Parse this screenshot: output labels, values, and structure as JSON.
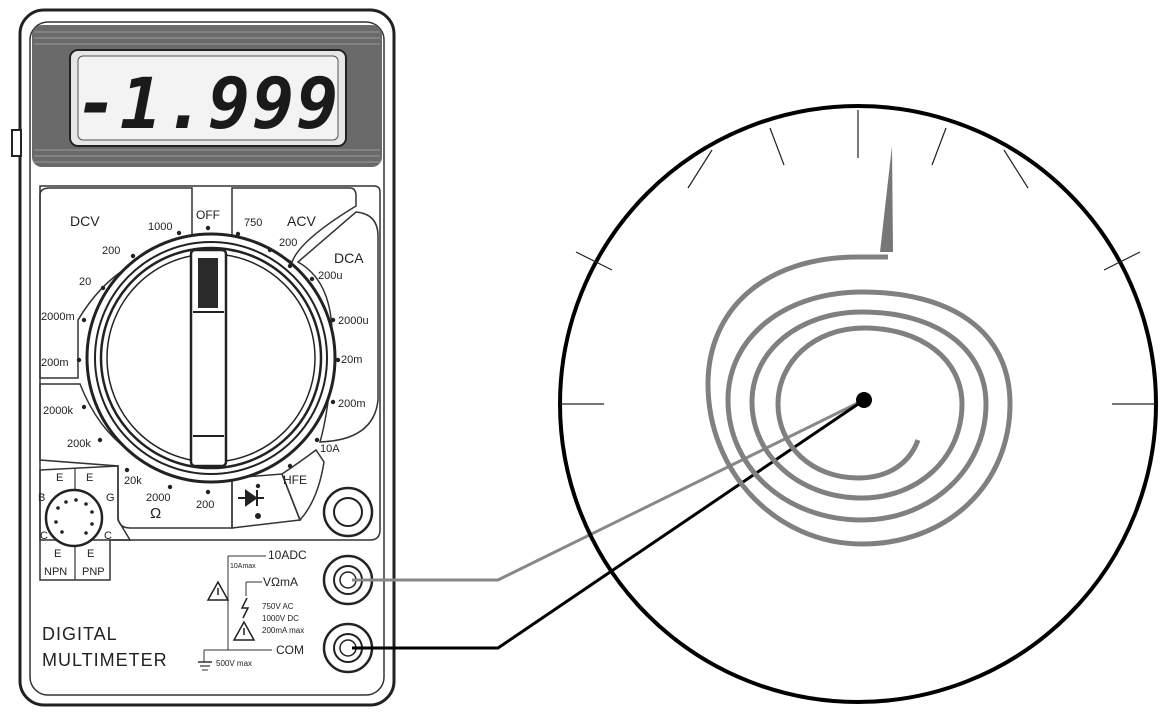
{
  "display": {
    "reading": "-1.999"
  },
  "dial": {
    "off": "OFF",
    "dcv": {
      "title": "DCV",
      "ranges": [
        "1000",
        "200",
        "20",
        "2000m",
        "200m"
      ]
    },
    "acv": {
      "title": "ACV",
      "ranges": [
        "750",
        "200"
      ]
    },
    "dca": {
      "title": "DCA",
      "ranges": [
        "200u",
        "2000u",
        "20m",
        "200m",
        "10A"
      ]
    },
    "ohm": {
      "symbol": "Ω",
      "ranges": [
        "2000k",
        "200k",
        "20k",
        "2000",
        "200"
      ]
    },
    "hfe": "HFE"
  },
  "transistor_socket": {
    "pins_npn": [
      "E",
      "B",
      "C",
      "E"
    ],
    "pins_pnp": [
      "E",
      "G",
      "C",
      "E"
    ],
    "npn": "NPN",
    "pnp": "PNP"
  },
  "jacks": {
    "a10": "10ADC",
    "a10_limit": "10Amax",
    "vohm": "VΩmA",
    "vohm_limits": [
      "750V AC",
      "1000V DC",
      "200mA max"
    ],
    "com": "COM",
    "com_limit": "500V max"
  },
  "device_name": [
    "DIGITAL",
    "MULTIMETER"
  ],
  "meter": {
    "type": "analog moving-coil gauge with spiral hairspring",
    "needle_color": "#777777",
    "wire_vohm_color": "#888888",
    "wire_com_color": "#000000"
  }
}
